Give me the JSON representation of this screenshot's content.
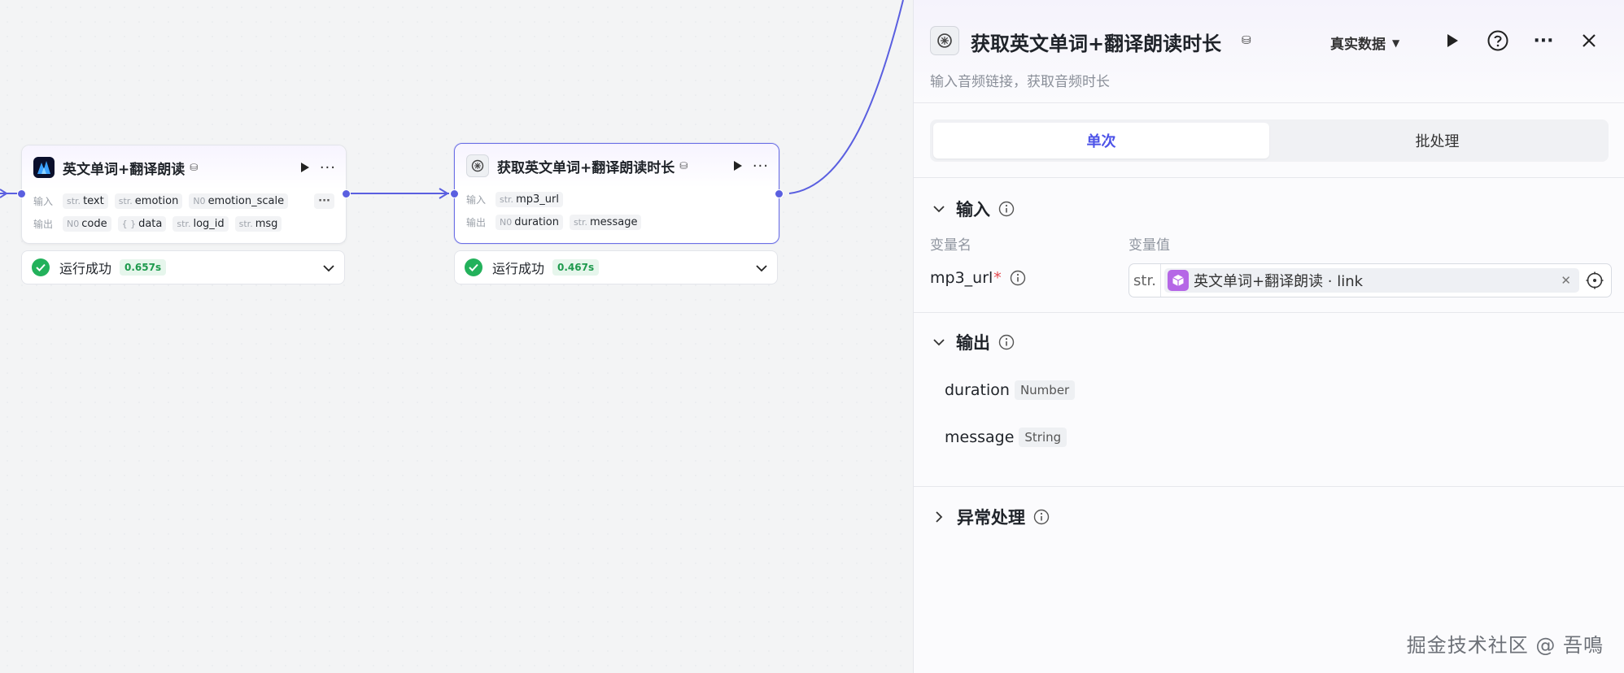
{
  "nodes": [
    {
      "title": "英文单词+翻译朗读",
      "input_label": "输入",
      "output_label": "输出",
      "inputs": [
        {
          "type": "str.",
          "name": "text"
        },
        {
          "type": "str.",
          "name": "emotion"
        },
        {
          "type": "N0",
          "name": "emotion_scale"
        }
      ],
      "more_params": "···",
      "outputs": [
        {
          "type": "N0",
          "name": "code"
        },
        {
          "type": "{ }",
          "name": "data"
        },
        {
          "type": "str.",
          "name": "log_id"
        },
        {
          "type": "str.",
          "name": "msg"
        }
      ],
      "status": "运行成功",
      "time": "0.657s"
    },
    {
      "title": "获取英文单词+翻译朗读时长",
      "input_label": "输入",
      "output_label": "输出",
      "inputs": [
        {
          "type": "str.",
          "name": "mp3_url"
        }
      ],
      "outputs": [
        {
          "type": "N0",
          "name": "duration"
        },
        {
          "type": "str.",
          "name": "message"
        }
      ],
      "status": "运行成功",
      "time": "0.467s"
    }
  ],
  "panel": {
    "title": "获取英文单词+翻译朗读时长",
    "description": "输入音频链接，获取音频时长",
    "data_source": "真实数据",
    "tabs": [
      "单次",
      "批处理"
    ],
    "active_tab": "单次",
    "input_section": {
      "title": "输入",
      "col_name": "变量名",
      "col_value": "变量值",
      "var_name": "mp3_url",
      "required_mark": "*",
      "value_type": "str.",
      "ref_text": "英文单词+翻译朗读 · link"
    },
    "output_section": {
      "title": "输出",
      "items": [
        {
          "name": "duration",
          "type": "Number"
        },
        {
          "name": "message",
          "type": "String"
        }
      ]
    },
    "exception_section": {
      "title": "异常处理"
    }
  },
  "watermark": "掘金技术社区 @ 吾鳴",
  "colors": {
    "accent": "#4d53e8",
    "edge": "#5a5fe0",
    "success": "#23b15b",
    "ref_icon": "#b567e6"
  }
}
